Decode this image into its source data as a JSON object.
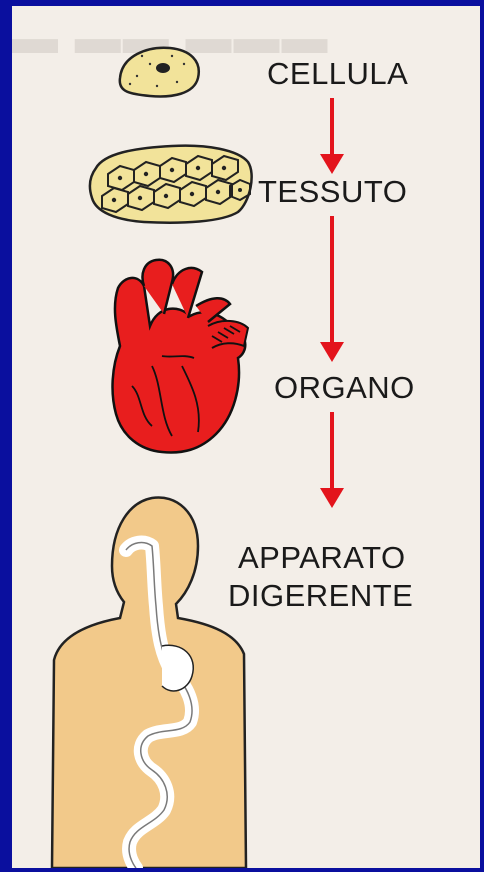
{
  "levels": [
    {
      "id": "cellula",
      "label": "CELLULA",
      "icon": "cell-icon"
    },
    {
      "id": "tessuto",
      "label": "TESSUTO",
      "icon": "tissue-icon"
    },
    {
      "id": "organo",
      "label": "ORGANO",
      "icon": "heart-icon"
    },
    {
      "id": "apparato",
      "label_line1": "APPARATO",
      "label_line2": "DIGERENTE",
      "icon": "digestive-system-icon"
    }
  ],
  "colors": {
    "frame": "#0a0f9e",
    "paper": "#f3eee8",
    "arrow": "#e3141c",
    "cell_fill": "#f2e39a",
    "heart_fill": "#e81e1e",
    "body_fill": "#f2c98a"
  }
}
